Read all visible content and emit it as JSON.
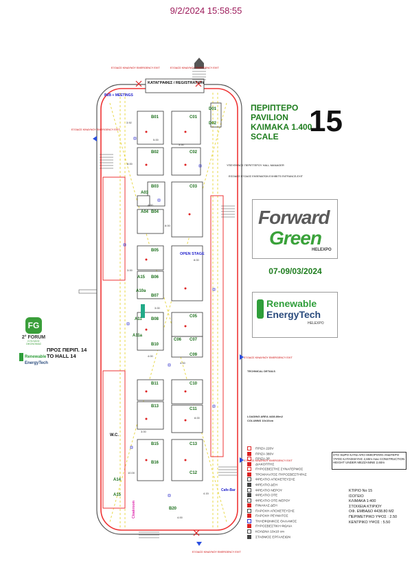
{
  "header": {
    "timestamp": "9/2/2024 15:58:55"
  },
  "title": {
    "line1": "ΠΕΡΙΠΤΕΡΟ",
    "line2": "PAVILION",
    "line3": "ΚΛΙΜΑΚΑ 1.400",
    "line4": "SCALE",
    "number": "15"
  },
  "logos": {
    "forward_green_1": "Forward",
    "forward_green_2": "Green",
    "forward_sub": "HELEXPO",
    "renewable_1": "Renewable",
    "renewable_2": "EnergyTech",
    "renewable_sub": "HELEXPO",
    "forum_title": "2° FORUM",
    "forum_sub": "ΚΥΚΛΙΚΗΣ ΟΙΚΟΝΟΜΙΑΣ"
  },
  "dates": "07-09/03/2024",
  "exits": {
    "top_left": "ΕΞΟΔΟΣ ΚΙΝΔΥΝΟΥ EMERGENCY EXIT",
    "top_right": "ΕΞΟΔΟΣ ΚΙΝΔΥΝΟΥ EMERGENCY EXIT",
    "left_mid": "ΕΞΟΔΟΣ ΚΙΝΔΥΝΟΥ EMERGENCY EXIT",
    "right_mid": "ΕΞΟΔΟΣ ΚΙΝΔΥΝΟΥ EMERGENCY EXIT",
    "right_lower": "ΕΞΟΔΟΣ ΚΙΝΔΥΝΟΥ EMERGENCY EXIT",
    "bottom": "ΕΞΟΔΟΣ ΚΙΝΔΥΝΟΥ EMERGENCY EXIT",
    "entrance": "ΕΙΣΟΔΟΣ ΕΞΟΔΟΣ ΕΚΘΕΜΑΤΩΝ EXHIBITS ENTRANCE-EXIT"
  },
  "labels": {
    "registration": "ΚΑΤΑΓΡΑΦΕΣ / REGISTRATION",
    "b2b": "B2B + MEETINGS",
    "hall_manager": "ΥΠΕΥΘΥΝΟΣ ΠΕΡΙΠΤΕΡΟΥ HALL MANAGER",
    "open_stage": "OPEN STAGE",
    "wc": "W.C.",
    "cafe": "Cafe-Bar",
    "to_hall_line1": "ΠΡΟΣ ΠΕΡΙΠ. 14",
    "to_hall_line2": "TO HALL 14",
    "cloakroom": "Cloakroom"
  },
  "booths": [
    "B01",
    "C01",
    "D01",
    "D02",
    "B02",
    "C02",
    "B03",
    "C03",
    "A03",
    "A04",
    "B04",
    "B05",
    "A15",
    "B06",
    "B07",
    "A10a",
    "A11",
    "B08",
    "A11a",
    "C05",
    "C06",
    "C07",
    "B10",
    "C09",
    "B11",
    "C10",
    "B13",
    "C11",
    "C13",
    "B15",
    "B16",
    "C12",
    "A14",
    "A15",
    "B20"
  ],
  "legend_items": [
    "ΠΡΙΖΑ 220V",
    "ΠΡΙΖΑ 380V",
    "ΠΡΙΖΑ 3Ρ",
    "ΔΙΑΚΟΠΤΗΣ",
    "ΠΥΡΟΣΒΕΣΤΗΣ ΣΥΝΑΓΕΡΜΟΣ",
    "ΤΡΟΧΗΛΑΤΟΣ ΠΥΡΟΣΒΕΣΤΗΡΑΣ",
    "ΦΡΕΑΤΙΟ ΑΠΟΧΕΤΕΥΣΗΣ",
    "ΦΡΕΑΤΙΟ ΔΕΗ",
    "ΦΡΕΑΤΙΟ ΝΕΡΟΥ",
    "ΦΡΕΑΤΙΟ ΟΤΕ",
    "ΦΡΕΑΤΙΟ ΟΤΕ-ΝΕΡΟΥ",
    "ΠΙΝΑΚΑΣ ΔΕΗ",
    "ΠΑΡΟΧΗ ΑΠΟΧΕΤΕΥΣΗΣ",
    "ΠΑΡΟΧΗ ΡΕΥΜΑΤΟΣ",
    "ΤΗΛΕΦΩΝΙΚΟΣ ΘΑΛΑΜΟΣ",
    "ΠΥΡΟΣΒΕΣΤΙΚΗ ΦΩΛΙΑ",
    "ΚΟΛΩΝΑ 10x10 cm",
    "ΣΤΑΘΜΟΣ ΕΡΓΑΛΕΙΩΝ"
  ],
  "tech_details": {
    "title": "TECHNICAL DETAILS",
    "load": "LOADING AREA 4438.80m2",
    "columns": "COLUMNS 10x10cm"
  },
  "building_info": {
    "line1": "ΚΤΙΡΙΟ Νο 15",
    "line2": "ΙΣΟΓΕΙΟ",
    "line3": "ΚΛΙΜΑΚΑ 1:400",
    "line4": "ΣΤΟΙΧΕΙΑ ΚΤΙΡΙΟΥ",
    "line5": "ΟΦ. ΕΜΒΑΔΟ 4438.80 Μ2",
    "line6": "ΠΕΡΙΜΕΤΡΙΚΟ ΥΨΟΣ : 2.50",
    "line7": "ΚΕΝΤΡΙΚΟ ΥΨΟΣ : 5.50"
  },
  "notice": "ΣΤΟ ΧΩΡΟ ΚΑΤΩ ΑΠΟ ΗΜΙΟΡΟΦΟ ΑΝΩΤΕΡΟ ΥΨΟΣ ΚΑΤΑΣΚΕΥΗΣ 2,60m max CONSTRUCTION HEIGHT UNDER MEZZANINE 2,60m"
}
